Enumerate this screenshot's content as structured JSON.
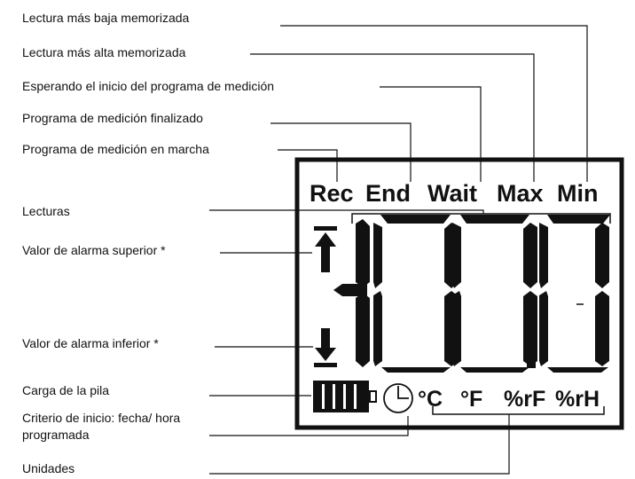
{
  "labels": {
    "lowest": "Lectura más baja memorizada",
    "highest": "Lectura más alta memorizada",
    "waiting": "Esperando el inicio del programa de medición",
    "finished": "Programa de medición finalizado",
    "running": "Programa de medición en marcha",
    "readings": "Lecturas",
    "alarm_upper": "Valor de alarma superior *",
    "alarm_lower": "Valor de alarma inferior *",
    "battery": "Carga de la pila",
    "start_criterion": "Criterio de inicio: fecha/ hora programada",
    "units": "Unidades"
  },
  "display": {
    "status_rec": "Rec",
    "status_end": "End",
    "status_wait": "Wait",
    "status_max": "Max",
    "status_min": "Min",
    "unit_c": "°C",
    "unit_f": "°F",
    "unit_rf": "%rF",
    "unit_rh": "%rH"
  },
  "colors": {
    "ink": "#111111",
    "background": "#ffffff"
  }
}
